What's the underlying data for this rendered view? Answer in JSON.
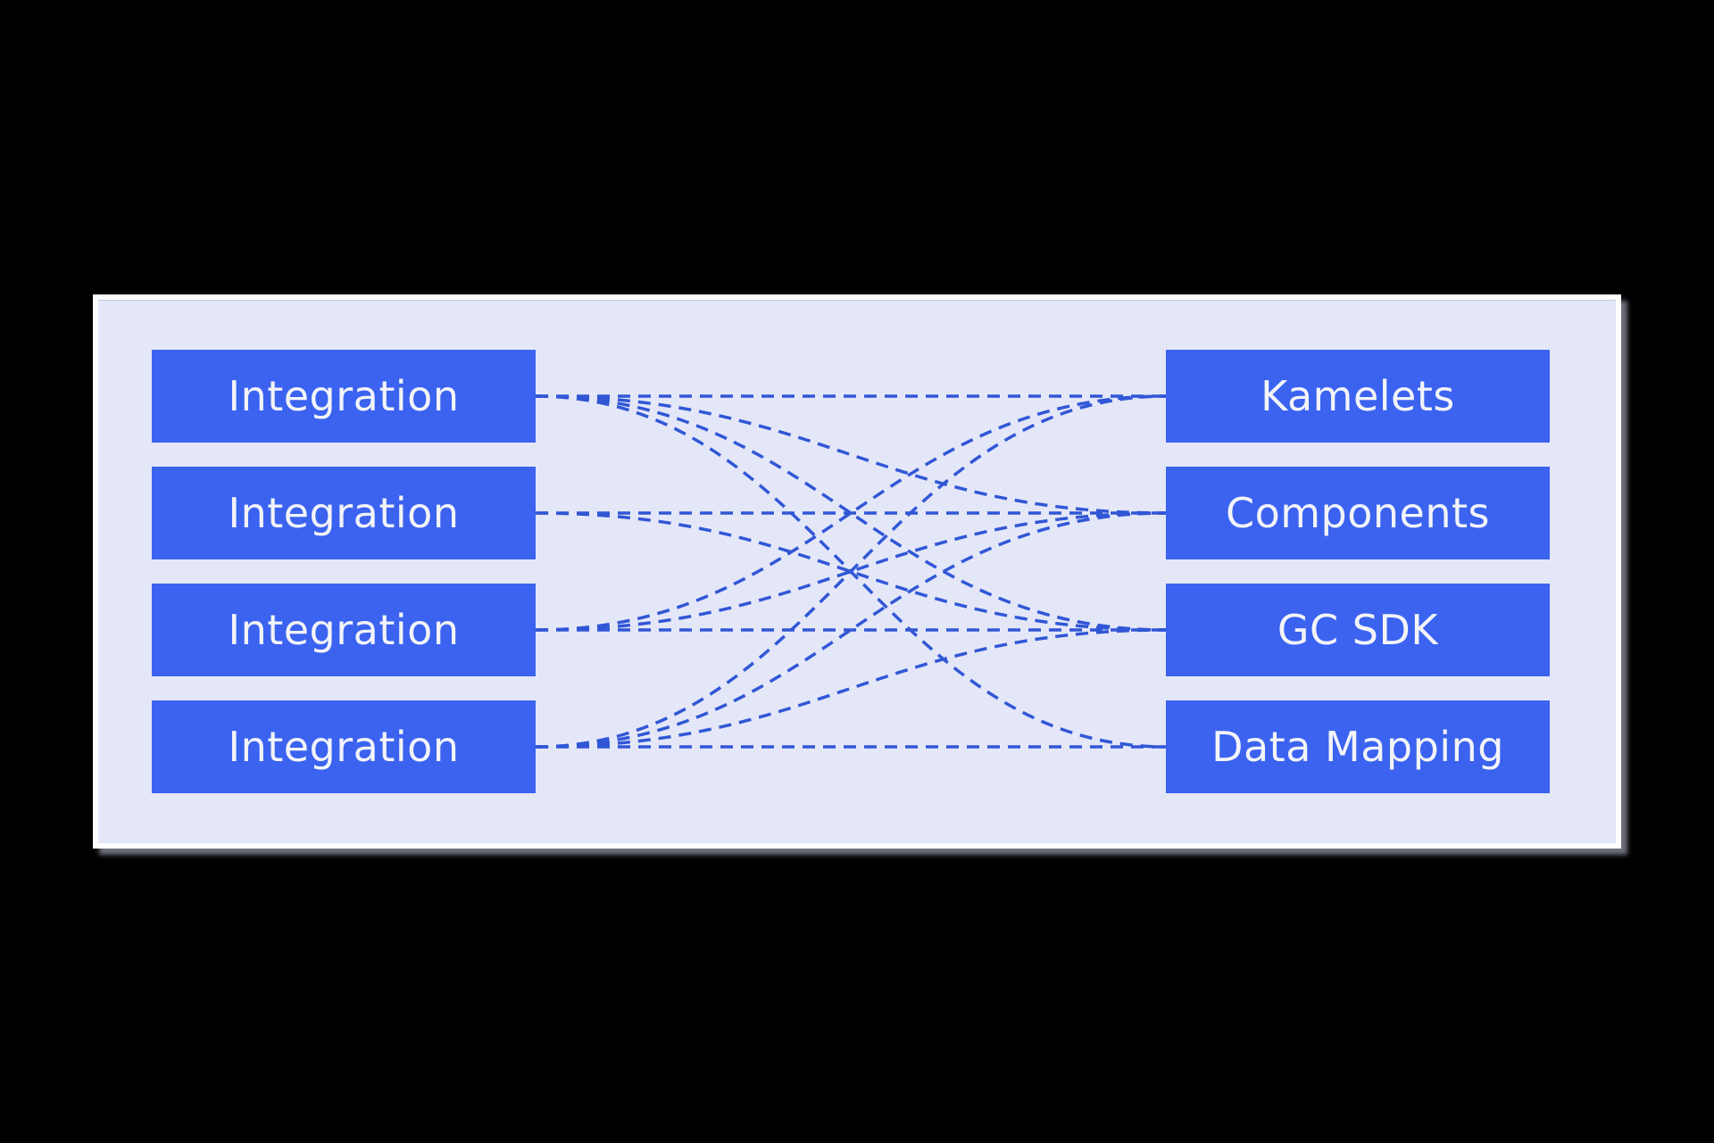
{
  "diagram": {
    "left_nodes": [
      {
        "id": "integration-1",
        "label": "Integration"
      },
      {
        "id": "integration-2",
        "label": "Integration"
      },
      {
        "id": "integration-3",
        "label": "Integration"
      },
      {
        "id": "integration-4",
        "label": "Integration"
      }
    ],
    "right_nodes": [
      {
        "id": "kamelets",
        "label": "Kamelets"
      },
      {
        "id": "components",
        "label": "Components"
      },
      {
        "id": "gc-sdk",
        "label": "GC SDK"
      },
      {
        "id": "data-mapping",
        "label": "Data Mapping"
      }
    ],
    "links": [
      {
        "from": "integration-1",
        "to": "kamelets"
      },
      {
        "from": "integration-1",
        "to": "components"
      },
      {
        "from": "integration-1",
        "to": "gc-sdk"
      },
      {
        "from": "integration-1",
        "to": "data-mapping"
      },
      {
        "from": "integration-2",
        "to": "components"
      },
      {
        "from": "integration-2",
        "to": "gc-sdk"
      },
      {
        "from": "integration-3",
        "to": "gc-sdk"
      },
      {
        "from": "integration-3",
        "to": "kamelets"
      },
      {
        "from": "integration-3",
        "to": "components"
      },
      {
        "from": "integration-4",
        "to": "data-mapping"
      },
      {
        "from": "integration-4",
        "to": "kamelets"
      },
      {
        "from": "integration-4",
        "to": "components"
      },
      {
        "from": "integration-4",
        "to": "gc-sdk"
      }
    ],
    "colors": {
      "canvas_bg": "#000000",
      "panel_bg": "#e4e7f8",
      "panel_border": "#fdfdfd",
      "node_fill": "#3b63f0",
      "node_text": "#f3f4f9",
      "link": "#3157d6"
    }
  }
}
